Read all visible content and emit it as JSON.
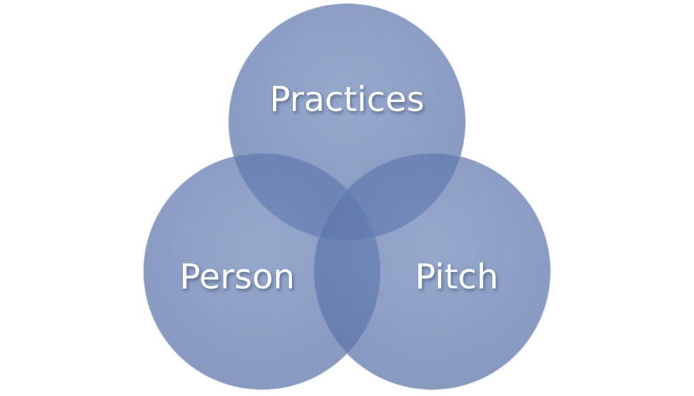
{
  "diagram": {
    "type": "venn",
    "circles": [
      {
        "label": "Practices",
        "fill": "#5f78ad"
      },
      {
        "label": "Person",
        "fill": "#5f78ad"
      },
      {
        "label": "Pitch",
        "fill": "#5f78ad"
      }
    ]
  },
  "colors": {
    "background": "#ffffff",
    "circle_fill": "#5f78ad",
    "circle_edge": "#7b92bf",
    "label_text": "#ffffff",
    "label_shadow": "#2a3a5a"
  }
}
